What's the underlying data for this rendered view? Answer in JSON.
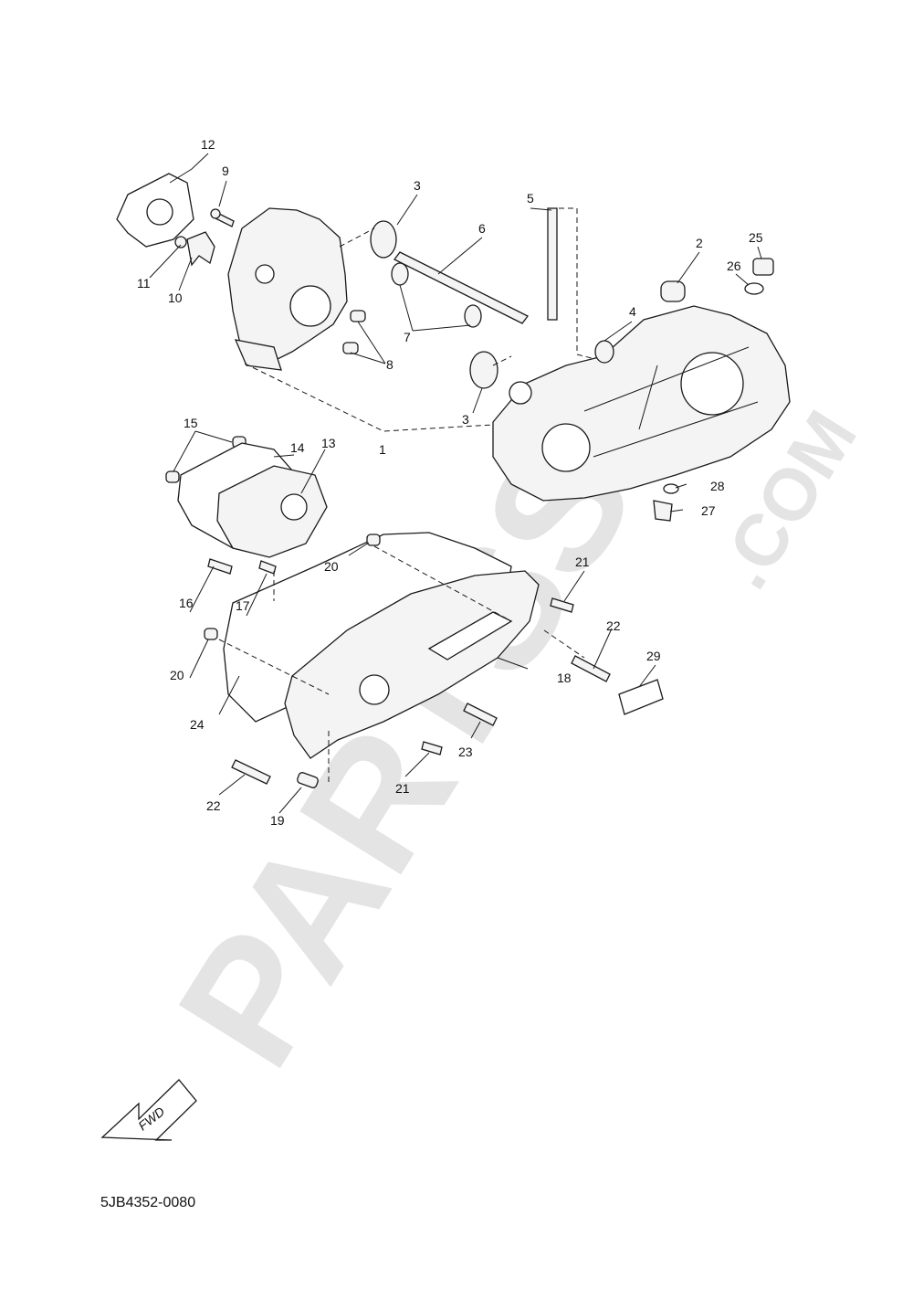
{
  "diagram": {
    "callouts": [
      {
        "id": "12",
        "text": "12"
      },
      {
        "id": "9",
        "text": "9"
      },
      {
        "id": "3a",
        "text": "3"
      },
      {
        "id": "6",
        "text": "6"
      },
      {
        "id": "5",
        "text": "5"
      },
      {
        "id": "2",
        "text": "2"
      },
      {
        "id": "25",
        "text": "25"
      },
      {
        "id": "26",
        "text": "26"
      },
      {
        "id": "11",
        "text": "11"
      },
      {
        "id": "10",
        "text": "10"
      },
      {
        "id": "7",
        "text": "7"
      },
      {
        "id": "8",
        "text": "8"
      },
      {
        "id": "4",
        "text": "4"
      },
      {
        "id": "3b",
        "text": "3"
      },
      {
        "id": "15",
        "text": "15"
      },
      {
        "id": "14",
        "text": "14"
      },
      {
        "id": "13",
        "text": "13"
      },
      {
        "id": "1",
        "text": "1"
      },
      {
        "id": "28",
        "text": "28"
      },
      {
        "id": "27",
        "text": "27"
      },
      {
        "id": "20a",
        "text": "20"
      },
      {
        "id": "21a",
        "text": "21"
      },
      {
        "id": "16",
        "text": "16"
      },
      {
        "id": "17",
        "text": "17"
      },
      {
        "id": "22a",
        "text": "22"
      },
      {
        "id": "29",
        "text": "29"
      },
      {
        "id": "20b",
        "text": "20"
      },
      {
        "id": "18",
        "text": "18"
      },
      {
        "id": "24",
        "text": "24"
      },
      {
        "id": "23",
        "text": "23"
      },
      {
        "id": "21b",
        "text": "21"
      },
      {
        "id": "22b",
        "text": "22"
      },
      {
        "id": "19",
        "text": "19"
      }
    ]
  },
  "direction_arrow": {
    "label": "FWD"
  },
  "watermark": {
    "main": "PARTSS",
    "suffix": ".COM"
  },
  "footer": {
    "part_number": "5JB4352-0080"
  }
}
